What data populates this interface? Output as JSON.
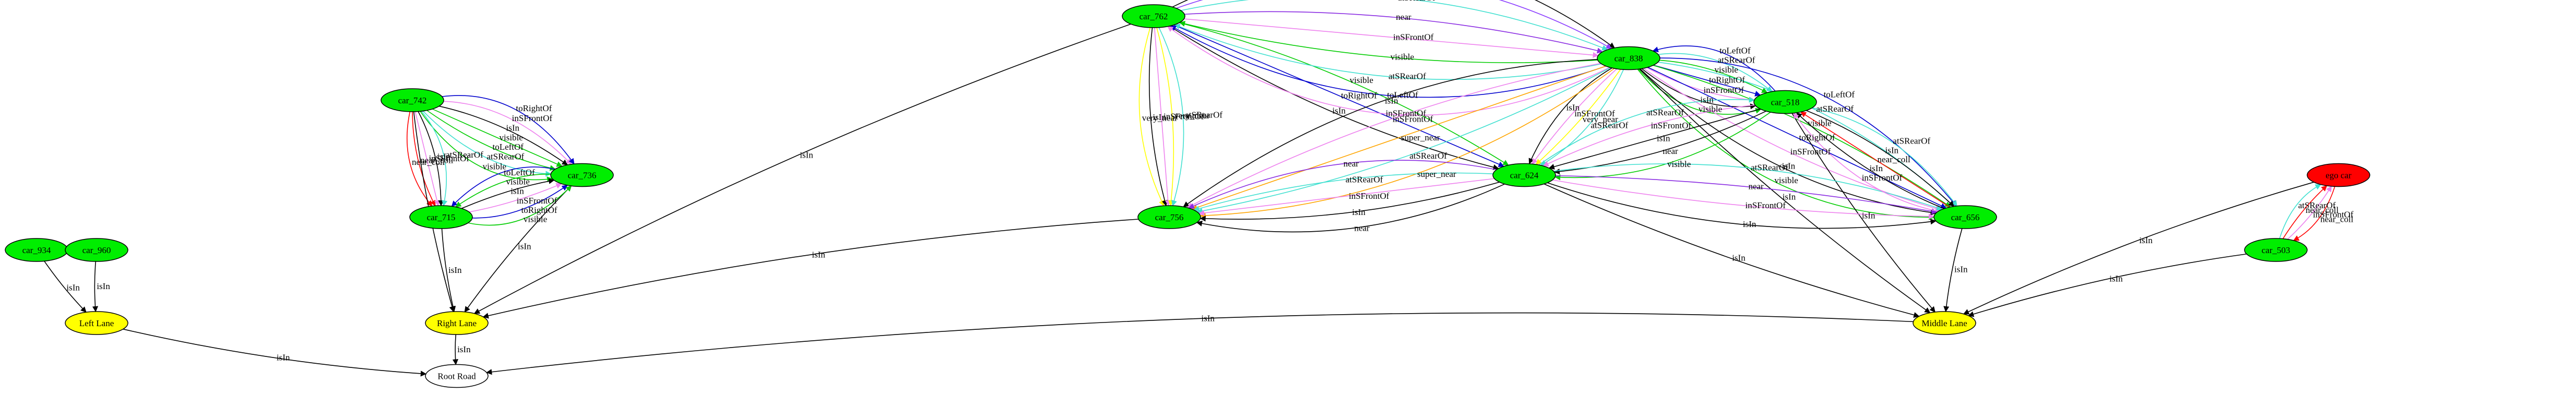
{
  "nodes": {
    "car_762": {
      "label": "car_762",
      "fill": "#00ee00"
    },
    "car_838": {
      "label": "car_838",
      "fill": "#00ee00"
    },
    "car_518": {
      "label": "car_518",
      "fill": "#00ee00"
    },
    "car_624": {
      "label": "car_624",
      "fill": "#00ee00"
    },
    "car_742": {
      "label": "car_742",
      "fill": "#00ee00"
    },
    "car_736": {
      "label": "car_736",
      "fill": "#00ee00"
    },
    "car_715": {
      "label": "car_715",
      "fill": "#00ee00"
    },
    "car_756": {
      "label": "car_756",
      "fill": "#00ee00"
    },
    "car_656": {
      "label": "car_656",
      "fill": "#00ee00"
    },
    "car_503": {
      "label": "car_503",
      "fill": "#00ee00"
    },
    "car_934": {
      "label": "car_934",
      "fill": "#00ee00"
    },
    "car_960": {
      "label": "car_960",
      "fill": "#00ee00"
    },
    "ego": {
      "label": "ego car",
      "fill": "#ff0000"
    },
    "left_lane": {
      "label": "Left Lane",
      "fill": "#ffff00"
    },
    "right_lane": {
      "label": "Right Lane",
      "fill": "#ffff00"
    },
    "middle_lane": {
      "label": "Middle Lane",
      "fill": "#ffff00"
    },
    "root_road": {
      "label": "Root Road",
      "fill": "#ffffff"
    }
  },
  "edges": [
    {
      "from": "car_762",
      "to": "right_lane",
      "label": "isIn",
      "color": "#000000"
    },
    {
      "from": "car_762",
      "to": "car_838",
      "label": "near",
      "color": "#000000"
    },
    {
      "from": "car_762",
      "to": "car_838",
      "label": "isIn",
      "color": "#8b3dff"
    },
    {
      "from": "car_762",
      "to": "car_838",
      "label": "atSRearOf",
      "color": "#40e0d0"
    },
    {
      "from": "car_762",
      "to": "car_838",
      "label": "near",
      "color": "#8a2be2"
    },
    {
      "from": "car_762",
      "to": "car_838",
      "label": "inSFrontOf",
      "color": "#ee82ee"
    },
    {
      "from": "car_762",
      "to": "car_624",
      "label": "isIn",
      "color": "#000000"
    },
    {
      "from": "car_762",
      "to": "car_624",
      "label": "toRightOf",
      "color": "#0000cd"
    },
    {
      "from": "car_762",
      "to": "car_624",
      "label": "visible",
      "color": "#00cc00"
    },
    {
      "from": "car_762",
      "to": "car_756",
      "label": "very_near",
      "color": "#ffff00"
    },
    {
      "from": "car_762",
      "to": "car_756",
      "label": "isIn",
      "color": "#000000"
    },
    {
      "from": "car_762",
      "to": "car_756",
      "label": "inSFrontOf",
      "color": "#ee82ee"
    },
    {
      "from": "car_762",
      "to": "car_756",
      "label": "very_near",
      "color": "#ffff00"
    },
    {
      "from": "car_762",
      "to": "car_756",
      "label": "atSRearOf",
      "color": "#40e0d0"
    },
    {
      "from": "car_838",
      "to": "car_762",
      "label": "visible",
      "color": "#00cc00"
    },
    {
      "from": "car_838",
      "to": "car_762",
      "label": "atSRearOf",
      "color": "#40e0d0"
    },
    {
      "from": "car_838",
      "to": "car_762",
      "label": "toLeftOf",
      "color": "#0000cd"
    },
    {
      "from": "car_838",
      "to": "car_762",
      "label": "inSFrontOf",
      "color": "#ee82ee"
    },
    {
      "from": "car_838",
      "to": "car_518",
      "label": "visible",
      "color": "#00cc00"
    },
    {
      "from": "car_838",
      "to": "car_518",
      "label": "isIn",
      "color": "#000000"
    },
    {
      "from": "car_838",
      "to": "car_518",
      "label": "inSFrontOf",
      "color": "#ee82ee"
    },
    {
      "from": "car_838",
      "to": "car_518",
      "label": "toRightOf",
      "color": "#0000cd"
    },
    {
      "from": "car_838",
      "to": "car_518",
      "label": "visible",
      "color": "#00cc00"
    },
    {
      "from": "car_838",
      "to": "car_518",
      "label": "atSRearOf",
      "color": "#40e0d0"
    },
    {
      "from": "car_838",
      "to": "car_624",
      "label": "isIn",
      "color": "#000000"
    },
    {
      "from": "car_838",
      "to": "car_624",
      "label": "inSFrontOf",
      "color": "#ee82ee"
    },
    {
      "from": "car_838",
      "to": "car_624",
      "label": "very_near",
      "color": "#ffff00"
    },
    {
      "from": "car_838",
      "to": "car_624",
      "label": "atSRearOf",
      "color": "#40e0d0"
    },
    {
      "from": "car_838",
      "to": "car_756",
      "label": "isIn",
      "color": "#000000"
    },
    {
      "from": "car_838",
      "to": "car_756",
      "label": "inSFrontOf",
      "color": "#ee82ee"
    },
    {
      "from": "car_838",
      "to": "car_756",
      "label": "super_near",
      "color": "#ffa500"
    },
    {
      "from": "car_838",
      "to": "car_756",
      "label": "atSRearOf",
      "color": "#40e0d0"
    },
    {
      "from": "car_838",
      "to": "car_756",
      "label": "super_near",
      "color": "#ffa500"
    },
    {
      "from": "car_838",
      "to": "car_656",
      "label": "visible",
      "color": "#00cc00"
    },
    {
      "from": "car_838",
      "to": "car_656",
      "label": "isIn",
      "color": "#000000"
    },
    {
      "from": "car_838",
      "to": "car_656",
      "label": "inSFrontOf",
      "color": "#ee82ee"
    },
    {
      "from": "car_838",
      "to": "car_656",
      "label": "toRightOf",
      "color": "#0000cd"
    },
    {
      "from": "car_838",
      "to": "car_656",
      "label": "visible",
      "color": "#00cc00"
    },
    {
      "from": "car_838",
      "to": "car_656",
      "label": "atSRearOf",
      "color": "#40e0d0"
    },
    {
      "from": "car_838",
      "to": "car_656",
      "label": "toLeftOf",
      "color": "#0000cd"
    },
    {
      "from": "car_838",
      "to": "middle_lane",
      "label": "isIn",
      "color": "#000000"
    },
    {
      "from": "car_518",
      "to": "car_838",
      "label": "toLeftOf",
      "color": "#0000cd"
    },
    {
      "from": "car_518",
      "to": "car_624",
      "label": "visible",
      "color": "#00cc00"
    },
    {
      "from": "car_518",
      "to": "car_624",
      "label": "near",
      "color": "#000000"
    },
    {
      "from": "car_518",
      "to": "car_624",
      "label": "isIn",
      "color": "#000000"
    },
    {
      "from": "car_518",
      "to": "car_624",
      "label": "inSFrontOf",
      "color": "#ee82ee"
    },
    {
      "from": "car_518",
      "to": "car_656",
      "label": "atSRearOf",
      "color": "#40e0d0"
    },
    {
      "from": "car_518",
      "to": "car_656",
      "label": "isIn",
      "color": "#000000"
    },
    {
      "from": "car_518",
      "to": "middle_lane",
      "label": "isIn",
      "color": "#000000"
    },
    {
      "from": "car_624",
      "to": "car_518",
      "label": "atSRearOf",
      "color": "#40e0d0"
    },
    {
      "from": "car_624",
      "to": "car_756",
      "label": "near",
      "color": "#000000"
    },
    {
      "from": "car_624",
      "to": "car_756",
      "label": "isIn",
      "color": "#000000"
    },
    {
      "from": "car_624",
      "to": "car_756",
      "label": "inSFrontOf",
      "color": "#ee82ee"
    },
    {
      "from": "car_624",
      "to": "car_756",
      "label": "atSRearOf",
      "color": "#40e0d0"
    },
    {
      "from": "car_624",
      "to": "car_756",
      "label": "near",
      "color": "#8a2be2"
    },
    {
      "from": "car_624",
      "to": "car_656",
      "label": "atSRearOf",
      "color": "#40e0d0"
    },
    {
      "from": "car_624",
      "to": "car_656",
      "label": "near",
      "color": "#8a2be2"
    },
    {
      "from": "car_624",
      "to": "car_656",
      "label": "inSFrontOf",
      "color": "#ee82ee"
    },
    {
      "from": "car_624",
      "to": "car_656",
      "label": "isIn",
      "color": "#000000"
    },
    {
      "from": "car_624",
      "to": "middle_lane",
      "label": "isIn",
      "color": "#000000"
    },
    {
      "from": "car_656",
      "to": "car_518",
      "label": "near_coll",
      "color": "#ff0000"
    },
    {
      "from": "car_656",
      "to": "car_518",
      "label": "isIn",
      "color": "#000000"
    },
    {
      "from": "car_656",
      "to": "car_518",
      "label": "inSFrontOf",
      "color": "#ee82ee"
    },
    {
      "from": "car_656",
      "to": "middle_lane",
      "label": "isIn",
      "color": "#000000"
    },
    {
      "from": "car_742",
      "to": "car_736",
      "label": "visible",
      "color": "#00cc00"
    },
    {
      "from": "car_742",
      "to": "car_736",
      "label": "atSRearOf",
      "color": "#40e0d0"
    },
    {
      "from": "car_742",
      "to": "car_736",
      "label": "toLeftOf",
      "color": "#00cc00"
    },
    {
      "from": "car_742",
      "to": "car_736",
      "label": "visible",
      "color": "#00cc00"
    },
    {
      "from": "car_742",
      "to": "car_736",
      "label": "isIn",
      "color": "#000000"
    },
    {
      "from": "car_742",
      "to": "car_736",
      "label": "inSFrontOf",
      "color": "#ee82ee"
    },
    {
      "from": "car_742",
      "to": "car_736",
      "label": "toRightOf",
      "color": "#0000cd"
    },
    {
      "from": "car_742",
      "to": "car_715",
      "label": "near_coll",
      "color": "#ff0000"
    },
    {
      "from": "car_742",
      "to": "car_715",
      "label": "near_coll",
      "color": "#ff0000"
    },
    {
      "from": "car_742",
      "to": "car_715",
      "label": "inSFrontOf",
      "color": "#ee82ee"
    },
    {
      "from": "car_742",
      "to": "car_715",
      "label": "isIn",
      "color": "#000000"
    },
    {
      "from": "car_742",
      "to": "car_715",
      "label": "atSRearOf",
      "color": "#40e0d0"
    },
    {
      "from": "car_742",
      "to": "right_lane",
      "label": "isIn",
      "color": "#000000"
    },
    {
      "from": "car_736",
      "to": "car_715",
      "label": "toLeftOf",
      "color": "#0000cd"
    },
    {
      "from": "car_736",
      "to": "car_715",
      "label": "visible",
      "color": "#00cc00"
    },
    {
      "from": "car_736",
      "to": "right_lane",
      "label": "isIn",
      "color": "#000000"
    },
    {
      "from": "car_715",
      "to": "car_736",
      "label": "isIn",
      "color": "#000000"
    },
    {
      "from": "car_715",
      "to": "car_736",
      "label": "inSFrontOf",
      "color": "#ee82ee"
    },
    {
      "from": "car_715",
      "to": "car_736",
      "label": "toRightOf",
      "color": "#0000cd"
    },
    {
      "from": "car_715",
      "to": "car_736",
      "label": "visible",
      "color": "#00cc00"
    },
    {
      "from": "car_715",
      "to": "right_lane",
      "label": "isIn",
      "color": "#000000"
    },
    {
      "from": "car_756",
      "to": "right_lane",
      "label": "isIn",
      "color": "#000000"
    },
    {
      "from": "car_934",
      "to": "left_lane",
      "label": "isIn",
      "color": "#000000"
    },
    {
      "from": "car_960",
      "to": "left_lane",
      "label": "isIn",
      "color": "#000000"
    },
    {
      "from": "left_lane",
      "to": "root_road",
      "label": "isIn",
      "color": "#000000"
    },
    {
      "from": "right_lane",
      "to": "root_road",
      "label": "isIn",
      "color": "#000000"
    },
    {
      "from": "middle_lane",
      "to": "root_road",
      "label": "isIn",
      "color": "#000000"
    },
    {
      "from": "car_503",
      "to": "middle_lane",
      "label": "isIn",
      "color": "#000000"
    },
    {
      "from": "car_503",
      "to": "ego",
      "label": "atSRearOf",
      "color": "#40e0d0"
    },
    {
      "from": "car_503",
      "to": "ego",
      "label": "near_coll",
      "color": "#ff0000"
    },
    {
      "from": "car_503",
      "to": "ego",
      "label": "inSFrontOf",
      "color": "#ee82ee"
    },
    {
      "from": "ego",
      "to": "car_503",
      "label": "near_coll",
      "color": "#ff0000"
    },
    {
      "from": "ego",
      "to": "middle_lane",
      "label": "isIn",
      "color": "#000000"
    }
  ]
}
